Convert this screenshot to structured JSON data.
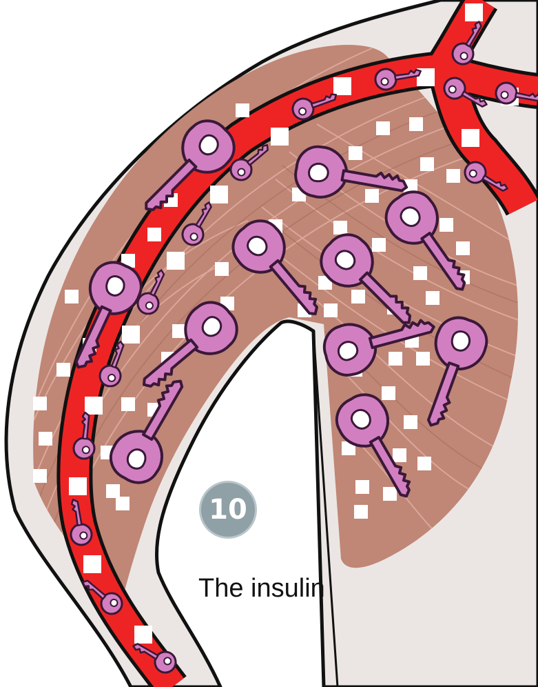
{
  "step": {
    "number": "10"
  },
  "caption": {
    "text": "The insulin"
  },
  "colors": {
    "background": "#ffffff",
    "skin": "#ebe6e3",
    "muscle": "#c08676",
    "muscle_fiber": "#e3b3a6",
    "vessel": "#ee2424",
    "outline": "#111111",
    "key": "#d27fc2",
    "key_outline": "#3a1838",
    "glucose": "#ffffff",
    "badge": "#8fa0a6"
  },
  "icons": [
    "insulin-key-icon",
    "glucose-particle-icon",
    "blood-vessel",
    "muscle-tissue"
  ]
}
